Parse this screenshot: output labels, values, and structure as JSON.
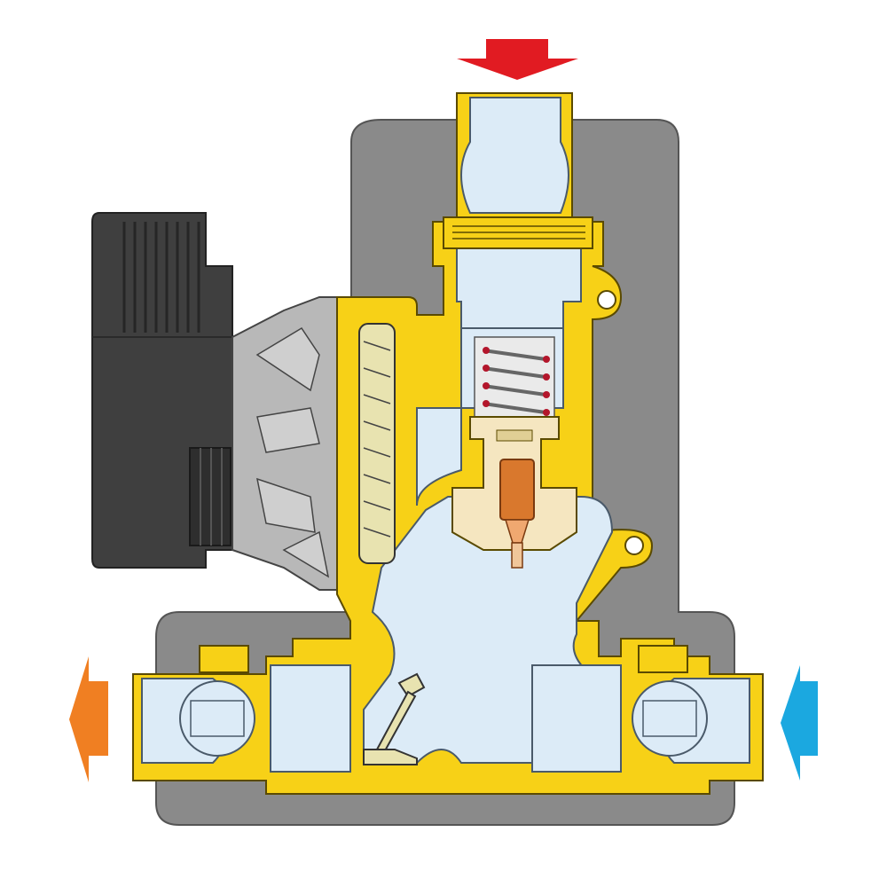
{
  "colors": {
    "background": "#ffffff",
    "housing_gray": "#8a8a8a",
    "brass_yellow": "#f7d117",
    "brass_outline": "#5a4a00",
    "water_blue": "#dcebf7",
    "pump_dark": "#3f3f3f",
    "pump_light": "#b8b8b8",
    "spring_red": "#b3162b",
    "sensor_copper": "#d9782d",
    "arrow_hot_inlet": "#e11b22",
    "arrow_outlet": "#f07f22",
    "arrow_cold_inlet": "#1ba8e0"
  },
  "components": {
    "pump_motor": "pump-motor-icon",
    "impeller": "impeller-icon",
    "thermostatic_valve": "thermostatic-valve-icon",
    "spring": "spring-icon",
    "sensor": "thermal-sensor-icon",
    "check_valve": "check-valve-icon",
    "ball_valve_left": "ball-valve-icon",
    "ball_valve_right": "ball-valve-icon"
  },
  "flows": [
    {
      "name": "hot-inlet-arrow",
      "direction": "down"
    },
    {
      "name": "outlet-arrow",
      "direction": "left"
    },
    {
      "name": "cold-inlet-arrow",
      "direction": "left"
    }
  ]
}
